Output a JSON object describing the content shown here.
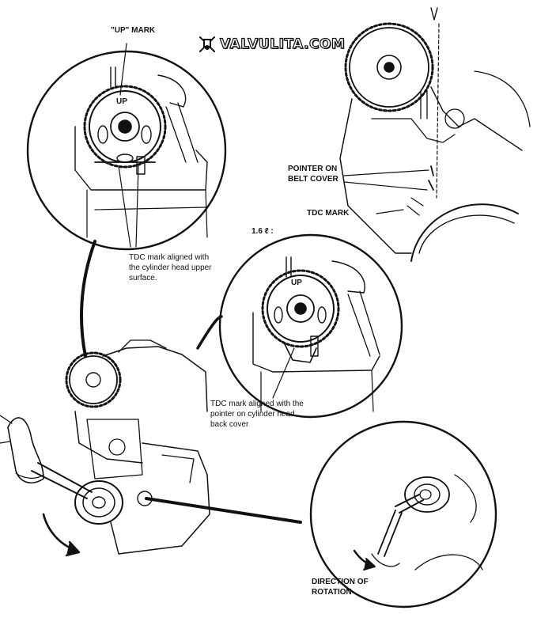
{
  "watermark": {
    "text": "VALVULITA.COM",
    "icon": "piston-crossed-icon"
  },
  "labels": {
    "up_mark": "\"UP\" MARK",
    "pointer_line1": "POINTER ON",
    "pointer_line2": "BELT COVER",
    "tdc_mark": "TDC MARK",
    "engine_size": "1.6 ℓ :",
    "tdc_upper_1": "TDC mark aligned with",
    "tdc_upper_2": "the cylinder head upper",
    "tdc_upper_3": "surface.",
    "tdc_pointer_1": "TDC mark aligned with the",
    "tdc_pointer_2": "pointer on cylinder head",
    "tdc_pointer_3": "back cover",
    "direction_1": "DIRECTION OF",
    "direction_2": "ROTATION"
  },
  "pulley_marking": "UP",
  "colors": {
    "ink": "#111111",
    "paper": "#ffffff"
  }
}
